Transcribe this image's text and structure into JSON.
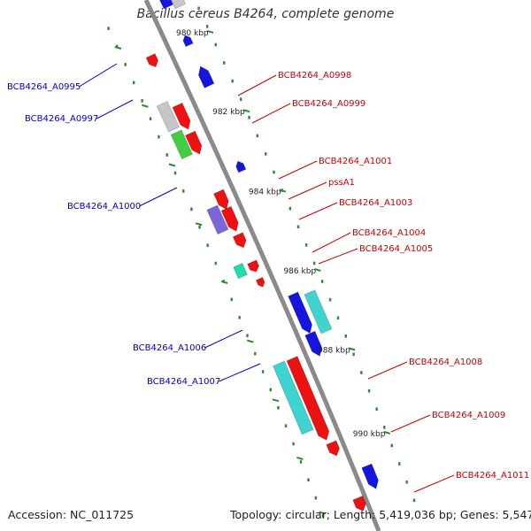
{
  "header": {
    "title": "Bacillus cereus B4264, complete genome"
  },
  "footer": {
    "accession": "Accession: NC_011725",
    "summary": "Topology: circular; Length: 5,419,036 bp; Genes: 5,547"
  },
  "colors": {
    "backbone": "#8a8a8a",
    "tick": "#2e8b2e",
    "forward_label": "#cc0000",
    "reverse_label": "#0000cc",
    "red": "#ee1111",
    "blue": "#1515dd",
    "gray": "#c6c6c6",
    "green": "#44cc44",
    "purple": "#7a66d8",
    "cyan": "#3fd4cf",
    "teal": "#22ddaa"
  },
  "ticks": [
    "980 kbp",
    "982 kbp",
    "984 kbp",
    "986 kbp",
    "988 kbp",
    "990 kbp"
  ],
  "gene_labels": {
    "forward": [
      "BCB4264_A0998",
      "BCB4264_A0999",
      "BCB4264_A1001",
      "pssA1",
      "BCB4264_A1003",
      "BCB4264_A1004",
      "BCB4264_A1005",
      "BCB4264_A1008",
      "BCB4264_A1009",
      "BCB4264_A1011"
    ],
    "reverse": [
      "BCB4264_A0995",
      "BCB4264_A0997",
      "BCB4264_A1000",
      "BCB4264_A1006",
      "BCB4264_A1007"
    ]
  }
}
